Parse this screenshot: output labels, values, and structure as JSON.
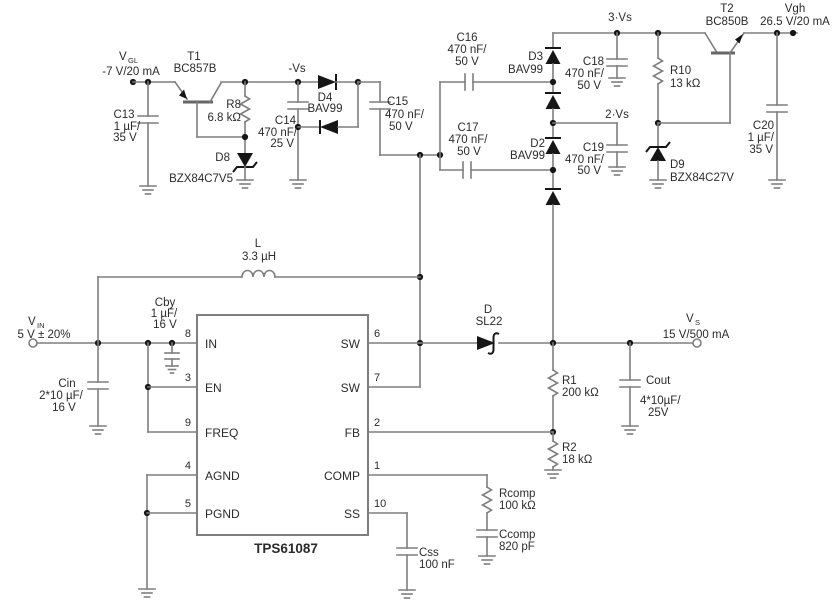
{
  "colors": {
    "wire": "#7e7e7e",
    "text": "#2b2b2b",
    "symbol": "#161616",
    "background": "#ffffff"
  },
  "ic": {
    "name": "TPS61087",
    "pins_left": [
      {
        "num": "8",
        "label": "IN"
      },
      {
        "num": "3",
        "label": "EN"
      },
      {
        "num": "9",
        "label": "FREQ"
      },
      {
        "num": "4",
        "label": "AGND"
      },
      {
        "num": "5",
        "label": "PGND"
      }
    ],
    "pins_right": [
      {
        "num": "6",
        "label": "SW"
      },
      {
        "num": "7",
        "label": "SW"
      },
      {
        "num": "2",
        "label": "FB"
      },
      {
        "num": "1",
        "label": "COMP"
      },
      {
        "num": "10",
        "label": "SS"
      }
    ]
  },
  "terminals": {
    "vgl": {
      "symbol": "V",
      "sub": "GL",
      "rating": "-7 V/20 mA"
    },
    "vin": {
      "symbol": "V",
      "sub": "IN",
      "rating": "5 V ± 20%"
    },
    "vs": {
      "symbol": "V",
      "sub": "S",
      "rating": "15 V/500 mA"
    },
    "vgh": {
      "symbol": "Vgh",
      "rating": "26.5 V/20 mA"
    }
  },
  "nets": {
    "neg_vs": "-Vs",
    "vs2": "2·Vs",
    "vs3": "3·Vs"
  },
  "components": {
    "t1": {
      "ref": "T1",
      "part": "BC857B"
    },
    "t2": {
      "ref": "T2",
      "part": "BC850B"
    },
    "c13": {
      "ref": "C13",
      "value": "1 µF/",
      "voltage": "35 V"
    },
    "r8": {
      "ref": "R8",
      "value": "6.8 kΩ"
    },
    "d8": {
      "ref": "D8",
      "part": "BZX84C7V5"
    },
    "c14": {
      "ref": "C14",
      "value": "470 nF/",
      "voltage": "25 V"
    },
    "d4": {
      "ref": "D4",
      "part": "BAV99"
    },
    "c15": {
      "ref": "C15",
      "value": "470 nF/",
      "voltage": "50 V"
    },
    "c16": {
      "ref": "C16",
      "value": "470 nF/",
      "voltage": "50 V"
    },
    "c17": {
      "ref": "C17",
      "value": "470 nF/",
      "voltage": "50 V"
    },
    "d3": {
      "ref": "D3",
      "part": "BAV99"
    },
    "d2": {
      "ref": "D2",
      "part": "BAV99"
    },
    "c18": {
      "ref": "C18",
      "value": "470 nF/",
      "voltage": "50 V"
    },
    "c19": {
      "ref": "C19",
      "value": "470 nF/",
      "voltage": "50 V"
    },
    "r10": {
      "ref": "R10",
      "value": "13 kΩ"
    },
    "d9": {
      "ref": "D9",
      "part": "BZX84C27V"
    },
    "l1": {
      "ref": "L",
      "value": "3.3 µH"
    },
    "c20": {
      "ref": "C20",
      "value": "1 µF/",
      "voltage": "35 V"
    },
    "cin": {
      "ref": "Cin",
      "value": "2*10 µF/",
      "voltage": "16 V"
    },
    "cby": {
      "ref": "Cby",
      "value": "1 µF/",
      "voltage": "16 V"
    },
    "d_rect": {
      "ref": "D",
      "part": "SL22"
    },
    "r1": {
      "ref": "R1",
      "value": "200 kΩ"
    },
    "r2": {
      "ref": "R2",
      "value": "18 kΩ"
    },
    "cout": {
      "ref": "Cout",
      "value": "4*10µF/",
      "voltage": "25V"
    },
    "rcomp": {
      "ref": "Rcomp",
      "value": "100 kΩ"
    },
    "ccomp": {
      "ref": "Ccomp",
      "value": "820 pF"
    },
    "css": {
      "ref": "Css",
      "value": "100 nF"
    }
  }
}
